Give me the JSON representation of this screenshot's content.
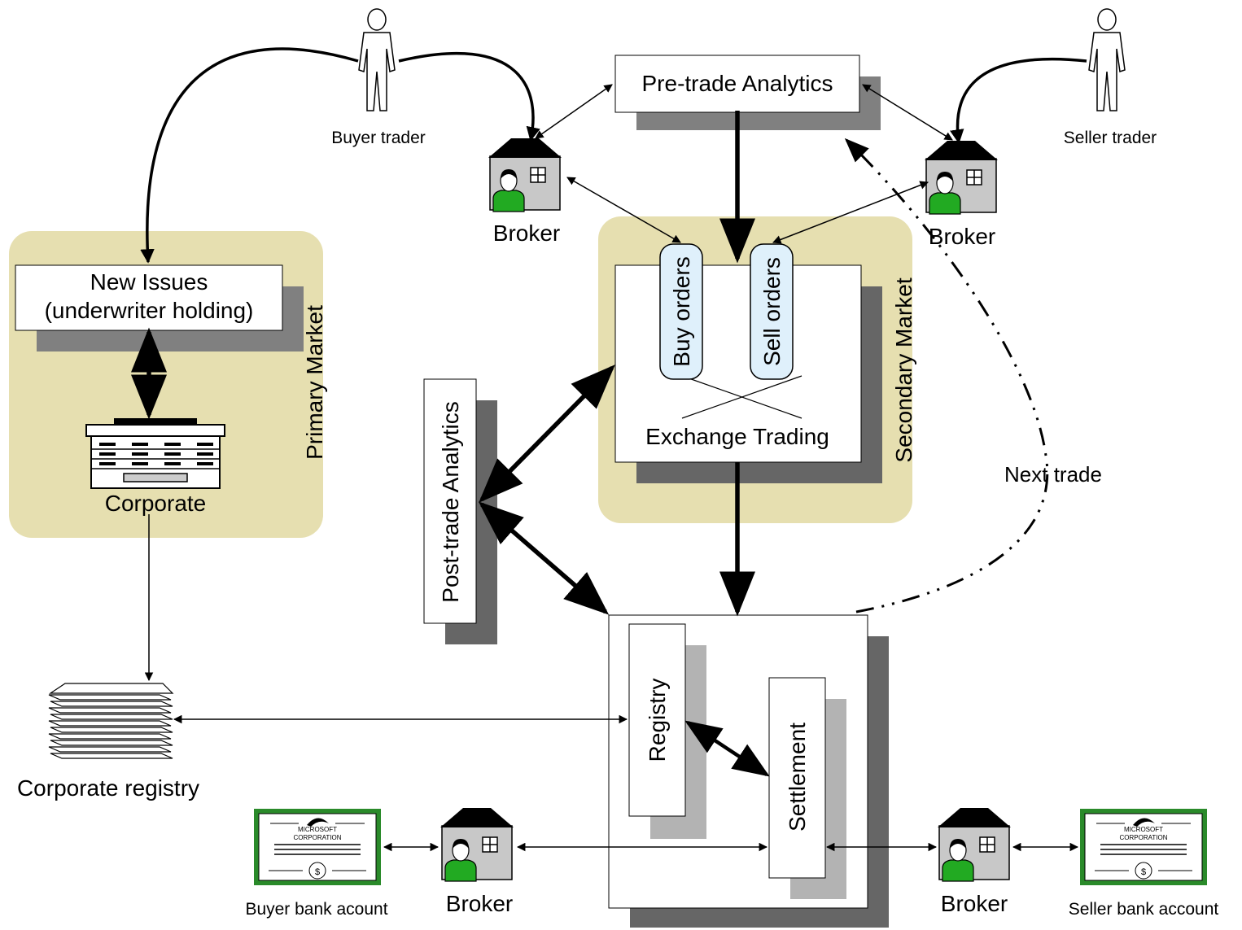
{
  "nodes": {
    "pre_trade": "Pre-trade Analytics",
    "new_issues_line1": "New Issues",
    "new_issues_line2": "(underwriter holding)",
    "primary_market": "Primary Market",
    "secondary_market": "Secondary Market",
    "buy_orders": "Buy orders",
    "sell_orders": "Sell orders",
    "exchange_trading": "Exchange Trading",
    "post_trade": "Post-trade Analytics",
    "registry": "Registry",
    "settlement": "Settlement",
    "corporate": "Corporate",
    "corporate_registry": "Corporate registry",
    "next_trade": "Next trade"
  },
  "actors": {
    "buyer_trader": "Buyer trader",
    "seller_trader": "Seller trader",
    "broker_top_left": "Broker",
    "broker_top_right": "Broker",
    "broker_bottom_left": "Broker",
    "broker_bottom_right": "Broker",
    "buyer_bank": "Buyer bank acount",
    "seller_bank": "Seller bank account"
  },
  "certificate": {
    "line1": "MICROSOFT",
    "line2": "CORPORATION",
    "symbol": "$"
  },
  "colors": {
    "market_zone": "#e6dfb0",
    "shadow_dark": "#666666",
    "shadow_mid": "#808080",
    "shadow_light": "#b3b3b3",
    "order_pill": "#dff0fb",
    "house": "#c8c8c8",
    "person": "#22aa22",
    "certificate_border": "#2a8a2a"
  }
}
